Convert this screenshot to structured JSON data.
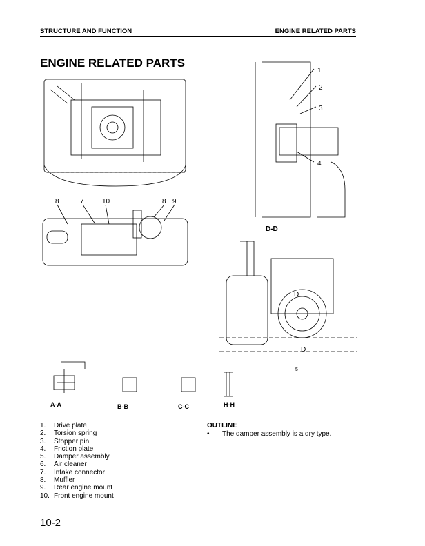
{
  "header": {
    "left": "STRUCTURE AND FUNCTION",
    "right": "ENGINE RELATED PARTS"
  },
  "title": "ENGINE RELATED PARTS",
  "figure_labels": {
    "dd_callouts": [
      "1",
      "2",
      "3",
      "4"
    ],
    "dd_view": "D-D",
    "side_callouts": [
      "5",
      "D",
      "D"
    ],
    "top_callouts": [
      "8",
      "7",
      "10",
      "8",
      "9"
    ],
    "sections": [
      "A-A",
      "B-B",
      "C-C",
      "H-H"
    ]
  },
  "parts": [
    {
      "n": "1.",
      "label": "Drive plate"
    },
    {
      "n": "2.",
      "label": "Torsion spring"
    },
    {
      "n": "3.",
      "label": "Stopper pin"
    },
    {
      "n": "4.",
      "label": "Friction plate"
    },
    {
      "n": "5.",
      "label": "Damper assembly"
    },
    {
      "n": "6.",
      "label": "Air cleaner"
    },
    {
      "n": "7.",
      "label": "Intake connector"
    },
    {
      "n": "8.",
      "label": "Muffler"
    },
    {
      "n": "9.",
      "label": "Rear engine mount"
    },
    {
      "n": "10.",
      "label": "Front engine mount"
    }
  ],
  "outline": {
    "heading": "OUTLINE",
    "bullet": "•",
    "items": [
      "The damper assembly is a dry type."
    ]
  },
  "page_number": "10-2"
}
